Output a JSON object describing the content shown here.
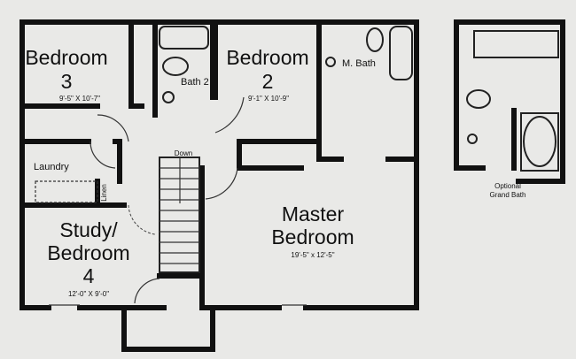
{
  "rooms": {
    "bedroom3": {
      "name": "Bedroom",
      "number": "3",
      "size": "9'-5\" X 10'-7\""
    },
    "bedroom2": {
      "name": "Bedroom",
      "number": "2",
      "size": "9'-1\" X 10'-9\""
    },
    "bath2": {
      "name": "Bath 2"
    },
    "mbath": {
      "name": "M. Bath"
    },
    "laundry": {
      "name": "Laundry"
    },
    "linen": {
      "name": "Linen"
    },
    "stairs": {
      "name": "Down"
    },
    "study": {
      "line1": "Study/",
      "line2": "Bedroom",
      "number": "4",
      "size": "12'-0\" X 9'-0\""
    },
    "master": {
      "line1": "Master",
      "line2": "Bedroom",
      "size": "19'-5\" x 12'-5\""
    }
  },
  "optional": {
    "line1": "Optional",
    "line2": "Grand Bath"
  }
}
